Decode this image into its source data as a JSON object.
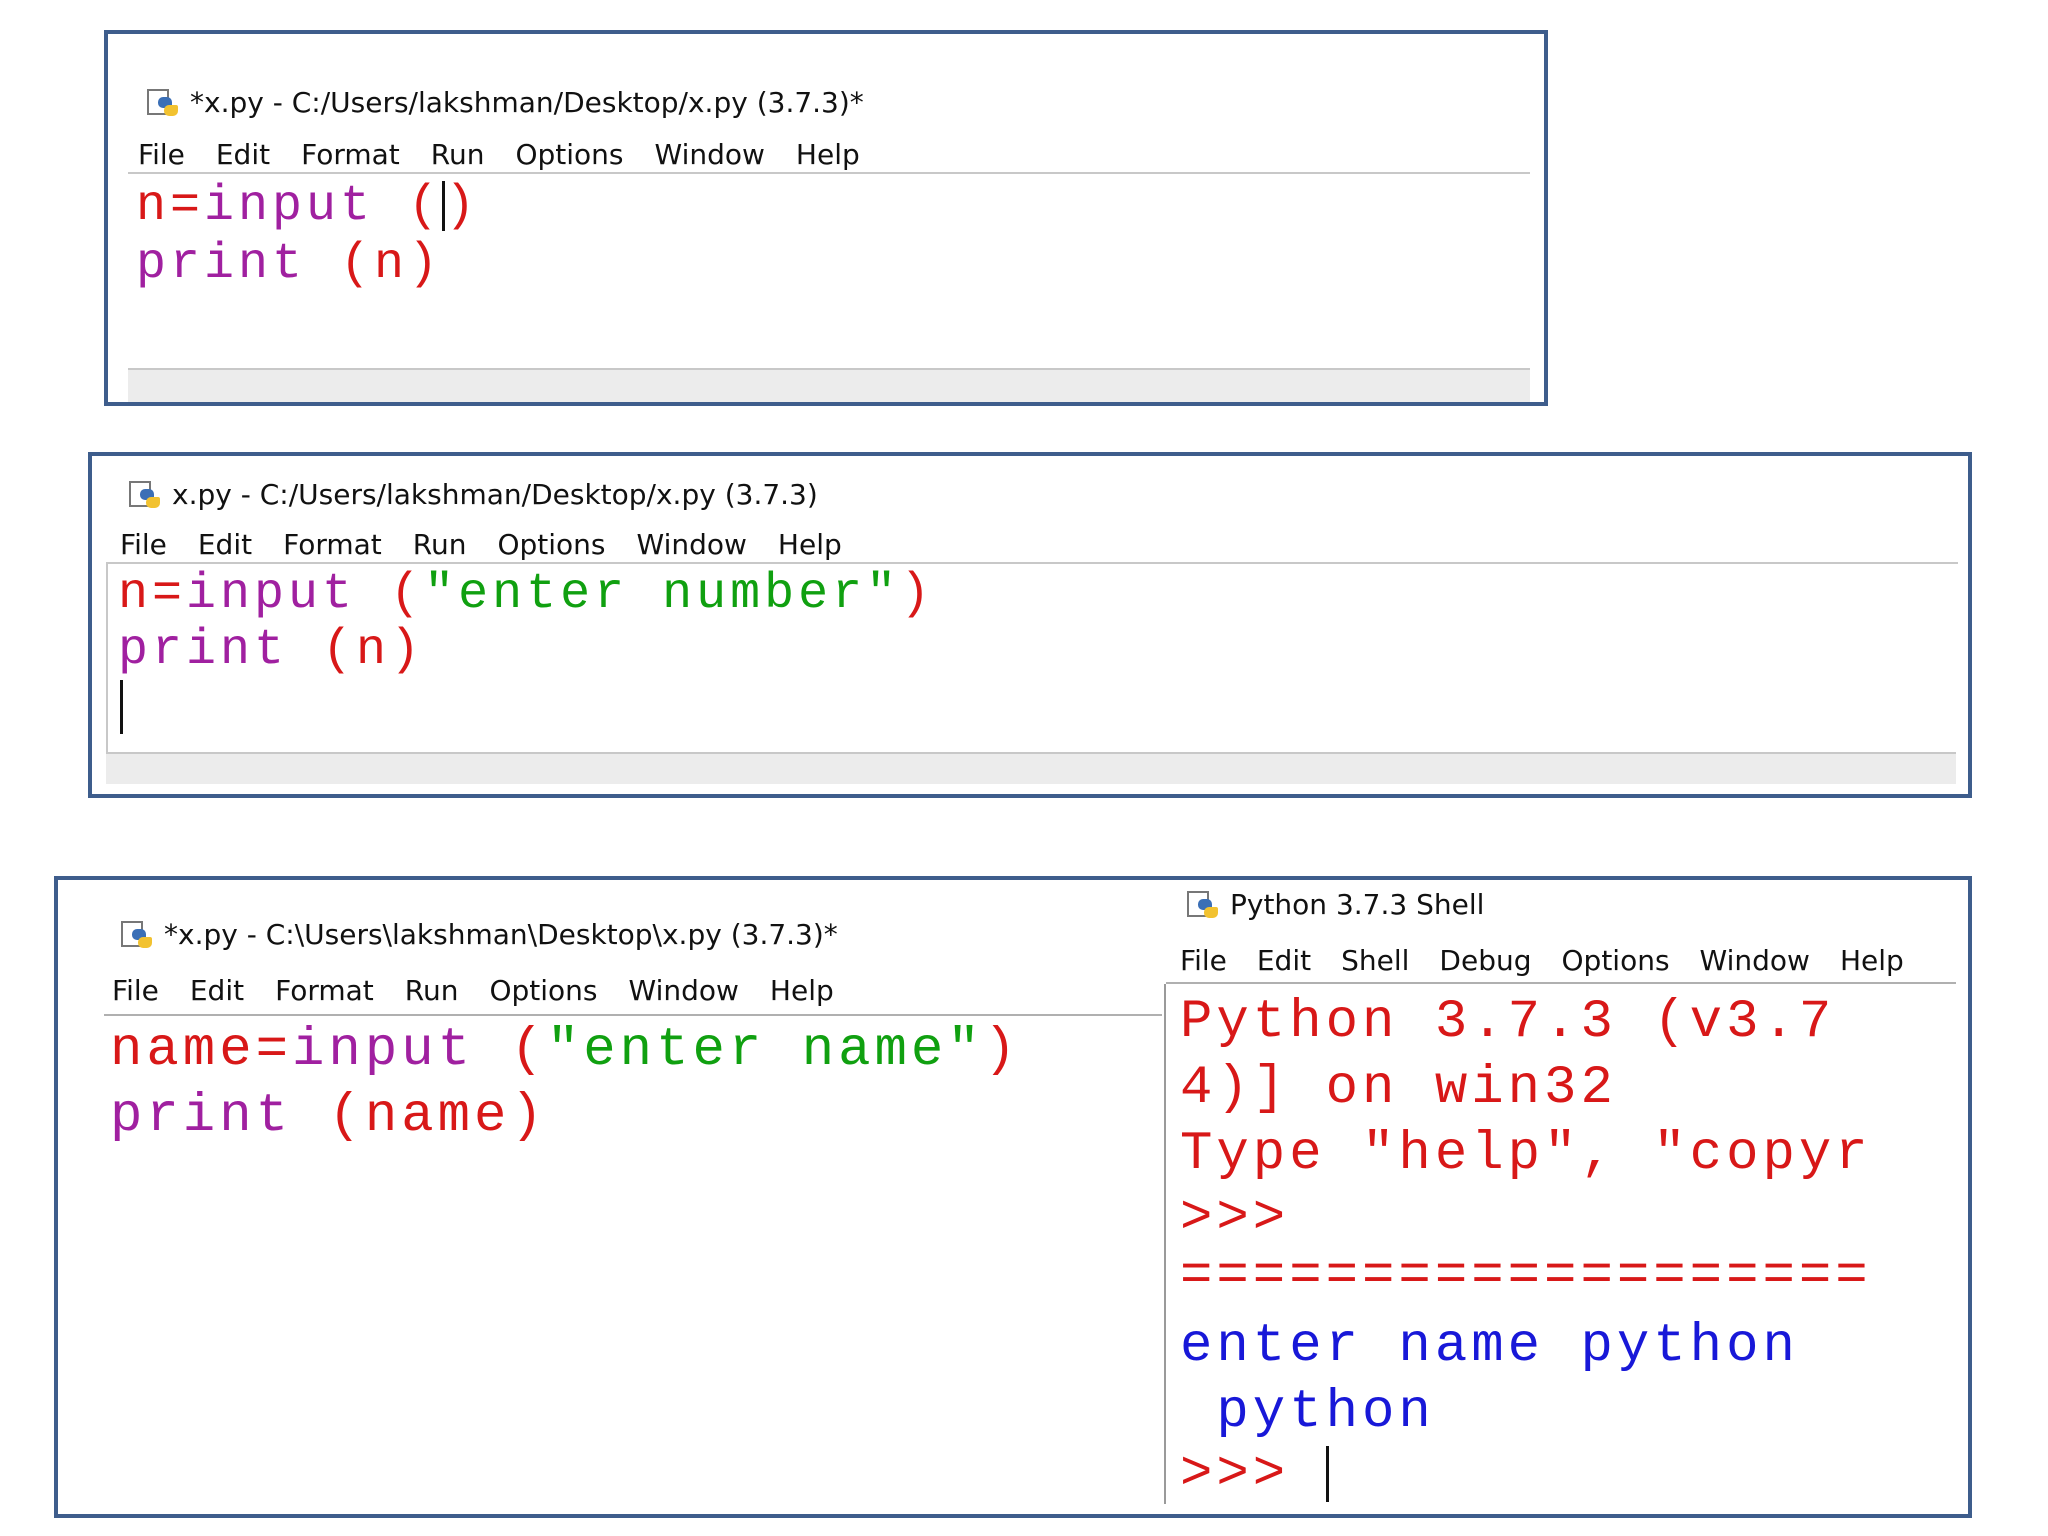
{
  "windows": {
    "w1": {
      "title": "*x.py - C:/Users/lakshman/Desktop/x.py (3.7.3)*",
      "menu": [
        "File",
        "Edit",
        "Format",
        "Run",
        "Options",
        "Window",
        "Help"
      ],
      "line1": {
        "var": "n=",
        "func": "input",
        "open": " (",
        "close": ")"
      },
      "line2": {
        "func": "print",
        "args": " (n)"
      }
    },
    "w2": {
      "title": "x.py - C:/Users/lakshman/Desktop/x.py (3.7.3)",
      "menu": [
        "File",
        "Edit",
        "Format",
        "Run",
        "Options",
        "Window",
        "Help"
      ],
      "line1": {
        "var": "n=",
        "func": "input",
        "open": " (",
        "str": "\"enter number\"",
        "close": ")"
      },
      "line2": {
        "func": "print",
        "args": " (n)"
      }
    },
    "w3": {
      "title": "*x.py - C:\\Users\\lakshman\\Desktop\\x.py (3.7.3)*",
      "menu": [
        "File",
        "Edit",
        "Format",
        "Run",
        "Options",
        "Window",
        "Help"
      ],
      "line1": {
        "var": "name=",
        "func": "input",
        "open": " (",
        "str": "\"enter name\"",
        "close": ")"
      },
      "line2": {
        "func": "print",
        "args": " (name)"
      }
    },
    "shell": {
      "title": "Python 3.7.3 Shell",
      "menu": [
        "File",
        "Edit",
        "Shell",
        "Debug",
        "Options",
        "Window",
        "Help"
      ],
      "lines": [
        "Python 3.7.3 (v3.7",
        "4)] on win32",
        "Type \"help\", \"copyr",
        ">>>",
        "==================="
      ],
      "output1": "enter name python",
      "output2": " python",
      "prompt": ">>> "
    }
  }
}
